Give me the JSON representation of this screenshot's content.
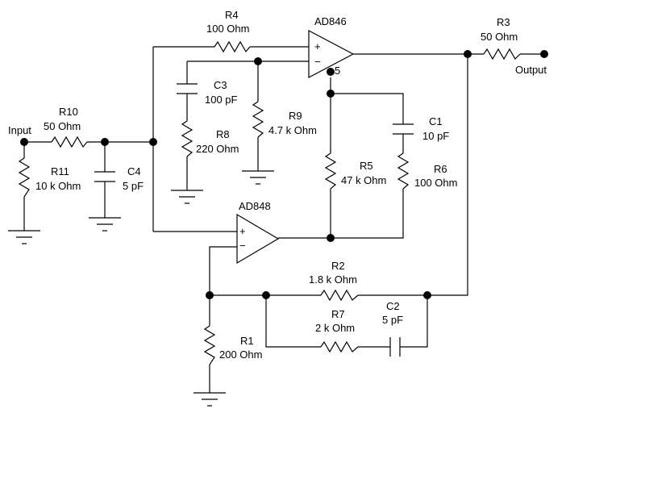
{
  "ports": {
    "input": "Input",
    "output": "Output"
  },
  "opamps": {
    "upper": {
      "label": "AD846",
      "plus": "+",
      "minus": "−",
      "pin": "5"
    },
    "lower": {
      "label": "AD848",
      "plus": "+",
      "minus": "−"
    }
  },
  "components": {
    "R1": {
      "name": "R1",
      "value": "200  Ohm"
    },
    "R2": {
      "name": "R2",
      "value": "1.8 k Ohm"
    },
    "R3": {
      "name": "R3",
      "value": "50  Ohm"
    },
    "R4": {
      "name": "R4",
      "value": "100  Ohm"
    },
    "R5": {
      "name": "R5",
      "value": "47 k Ohm"
    },
    "R6": {
      "name": "R6",
      "value": "100  Ohm"
    },
    "R7": {
      "name": "R7",
      "value": "2 k Ohm"
    },
    "R8": {
      "name": "R8",
      "value": "220  Ohm"
    },
    "R9": {
      "name": "R9",
      "value": "4.7 k Ohm"
    },
    "R10": {
      "name": "R10",
      "value": "50  Ohm"
    },
    "R11": {
      "name": "R11",
      "value": "10 k Ohm"
    },
    "C1": {
      "name": "C1",
      "value": "10 pF"
    },
    "C2": {
      "name": "C2",
      "value": "5 pF"
    },
    "C3": {
      "name": "C3",
      "value": "100 pF"
    },
    "C4": {
      "name": "C4",
      "value": "5 pF"
    }
  }
}
